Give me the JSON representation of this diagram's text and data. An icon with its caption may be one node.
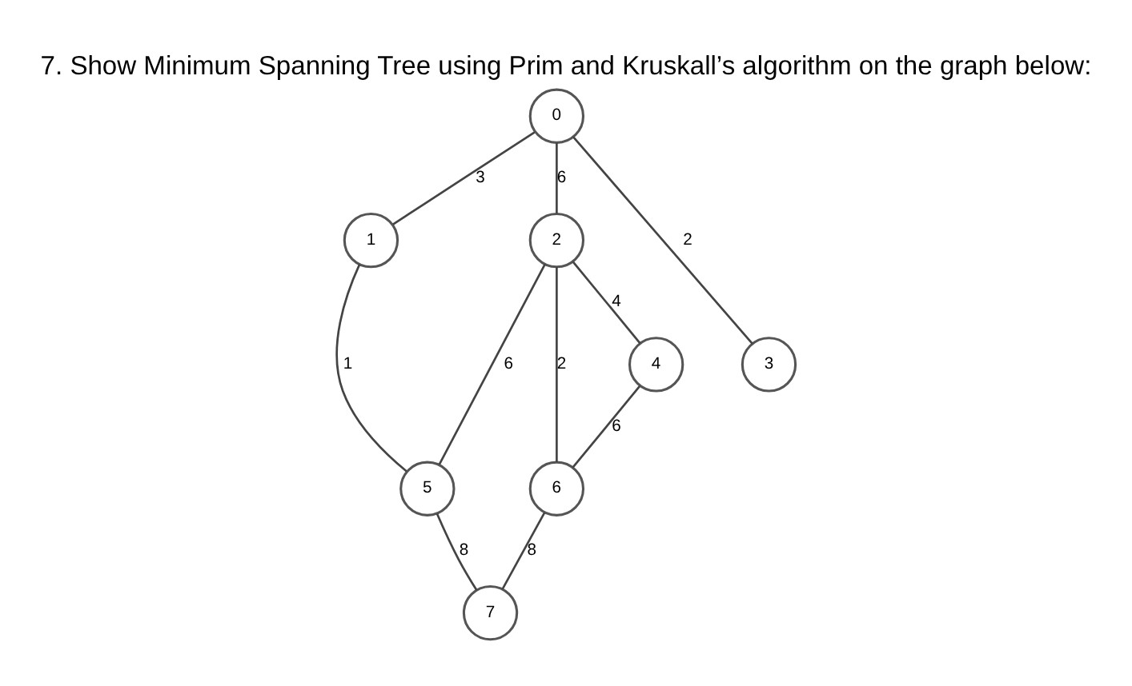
{
  "diagram": {
    "title": "7. Show Minimum Spanning Tree using Prim and Kruskall’s algorithm on the graph below:",
    "nodes": [
      {
        "text": [
          "0"
        ]
      },
      {
        "text": [
          "1"
        ]
      },
      {
        "text": [
          "2"
        ]
      },
      {
        "text": [
          "3"
        ]
      },
      {
        "text": [
          "4"
        ]
      },
      {
        "text": [
          "5"
        ]
      },
      {
        "text": [
          "6"
        ]
      },
      {
        "text": [
          "7"
        ]
      }
    ],
    "edges": [
      {
        "from": 0,
        "to": 3,
        "arrow": "none",
        "label": "2"
      },
      {
        "from": 0,
        "to": 1,
        "arrow": "none",
        "label": "3"
      },
      {
        "from": 0,
        "to": 2,
        "arrow": "none",
        "label": "6"
      },
      {
        "from": 1,
        "to": 5,
        "arrow": "none",
        "label": "1"
      },
      {
        "from": 2,
        "to": 5,
        "arrow": "none",
        "label": "6"
      },
      {
        "from": 2,
        "to": 6,
        "arrow": "none",
        "label": "2"
      },
      {
        "from": 2,
        "to": 4,
        "arrow": "none",
        "label": "4"
      },
      {
        "from": 4,
        "to": 6,
        "arrow": "none",
        "label": "6"
      },
      {
        "from": 5,
        "to": 7,
        "arrow": "none",
        "label": "8"
      },
      {
        "from": 6,
        "to": 7,
        "arrow": "none",
        "label": "8"
      }
    ]
  }
}
